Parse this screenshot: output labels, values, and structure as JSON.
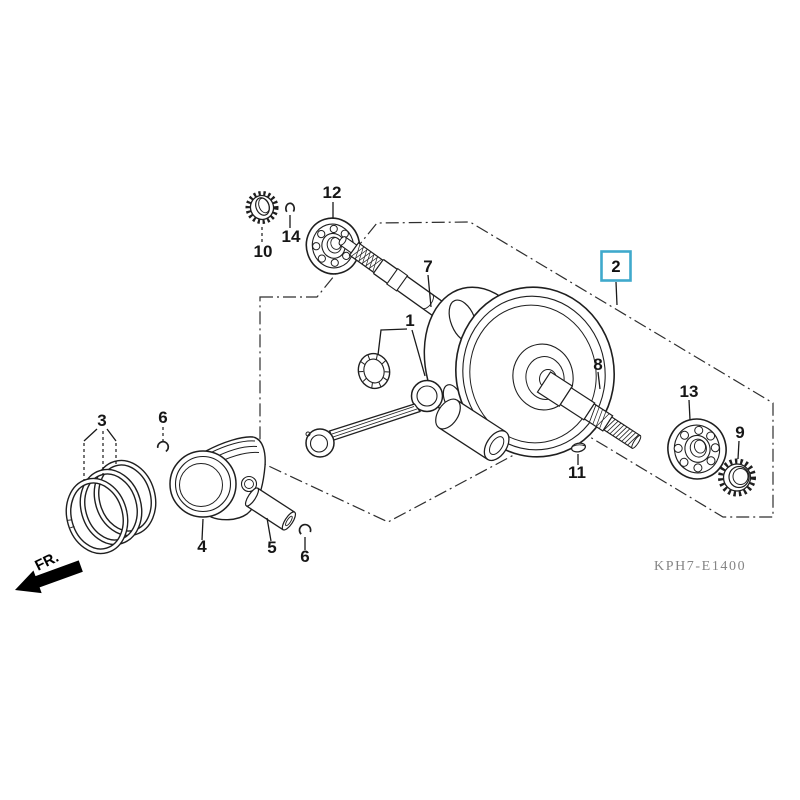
{
  "diagram": {
    "code": "KPH7-E1400",
    "fr_indicator": "FR.",
    "selected_callout": "2",
    "accent_color": "#3fa9cc",
    "line_color": "#1f1f1f",
    "code_color": "#858585",
    "background": "#ffffff"
  },
  "callouts": {
    "n1": "1",
    "n2": "2",
    "n3": "3",
    "n4": "4",
    "n5": "5",
    "n6": "6",
    "n7": "7",
    "n8": "8",
    "n9": "9",
    "n10": "10",
    "n11": "11",
    "n12": "12",
    "n13": "13",
    "n14": "14"
  }
}
